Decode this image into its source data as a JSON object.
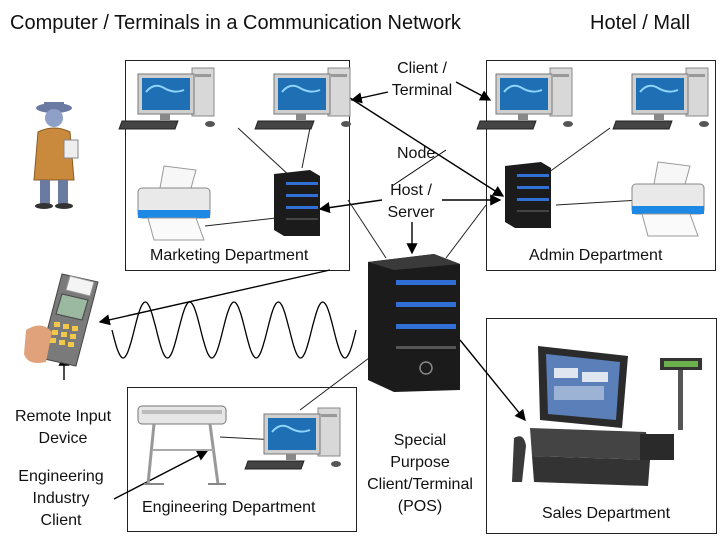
{
  "header": {
    "title": "Computer / Terminals in a Communication Network",
    "location": "Hotel / Mall"
  },
  "callouts": {
    "client_terminal": [
      "Client /",
      "Terminal"
    ],
    "node": "Node",
    "host_server": [
      "Host /",
      "Server"
    ],
    "special_purpose": [
      "Special",
      "Purpose",
      "Client/Terminal",
      "(POS)"
    ]
  },
  "departments": {
    "marketing": "Marketing Department",
    "admin": "Admin Department",
    "engineering": "Engineering Department",
    "sales": "Sales Department"
  },
  "devices": {
    "remote_input": [
      "Remote Input",
      "Device"
    ],
    "engineering_client": [
      "Engineering",
      "Industry",
      "Client"
    ]
  },
  "colors": {
    "screen": "#1f6fb5",
    "server": "#1b1b1b",
    "server_stripe": "#2f6fd6",
    "printer_body": "#e9e9e9",
    "printer_accent": "#1e88e5",
    "detective": "#c98a3e",
    "terminal": "#7a7a7a",
    "keypad": "#f2c84b",
    "pos_body": "#2b2b2b"
  }
}
